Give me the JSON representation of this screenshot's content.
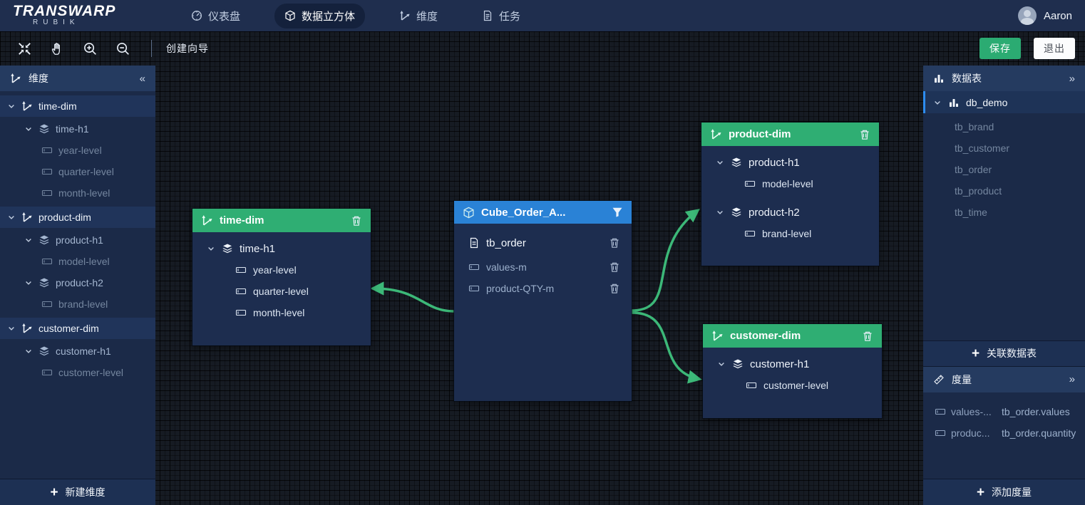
{
  "brand": {
    "name": "TRANSWARP",
    "sub": "RUBIK"
  },
  "nav": {
    "items": [
      {
        "label": "仪表盘"
      },
      {
        "label": "数据立方体"
      },
      {
        "label": "维度"
      },
      {
        "label": "任务"
      }
    ],
    "user": "Aaron"
  },
  "toolbar": {
    "wizard_label": "创建向导",
    "save_label": "保存",
    "exit_label": "退出"
  },
  "dimensions_panel": {
    "title": "维度",
    "collapse_icon": "«",
    "tree": [
      {
        "label": "time-dim"
      },
      {
        "label": "time-h1"
      },
      {
        "label": "year-level"
      },
      {
        "label": "quarter-level"
      },
      {
        "label": "month-level"
      },
      {
        "label": "product-dim"
      },
      {
        "label": "product-h1"
      },
      {
        "label": "model-level"
      },
      {
        "label": "product-h2"
      },
      {
        "label": "brand-level"
      },
      {
        "label": "customer-dim"
      },
      {
        "label": "customer-h1"
      },
      {
        "label": "customer-level"
      }
    ],
    "new_button": "新建维度"
  },
  "tables_panel": {
    "title": "数据表",
    "expand_icon": "»",
    "database": "db_demo",
    "tables": [
      "tb_brand",
      "tb_customer",
      "tb_order",
      "tb_product",
      "tb_time"
    ],
    "link_button": "关联数据表"
  },
  "measures_panel": {
    "title": "度量",
    "expand_icon": "»",
    "measures": [
      {
        "name": "values-...",
        "source": "tb_order.values"
      },
      {
        "name": "produc...",
        "source": "tb_order.quantity"
      }
    ],
    "add_button": "添加度量"
  },
  "canvas": {
    "nodes": {
      "time_dim": {
        "title": "time-dim",
        "hierarchy": "time-h1",
        "levels": [
          "year-level",
          "quarter-level",
          "month-level"
        ]
      },
      "cube": {
        "title": "Cube_Order_A...",
        "table": "tb_order",
        "measures": [
          "values-m",
          "product-QTY-m"
        ]
      },
      "product_dim": {
        "title": "product-dim",
        "h1": "product-h1",
        "h1_level": "model-level",
        "h2": "product-h2",
        "h2_level": "brand-level"
      },
      "customer_dim": {
        "title": "customer-dim",
        "hierarchy": "customer-h1",
        "level": "customer-level"
      }
    }
  },
  "colors": {
    "accent": "#2d8cf0",
    "dim_header": "#2fae73",
    "cube_header": "#2a82d6",
    "arrow": "#3cb878"
  }
}
